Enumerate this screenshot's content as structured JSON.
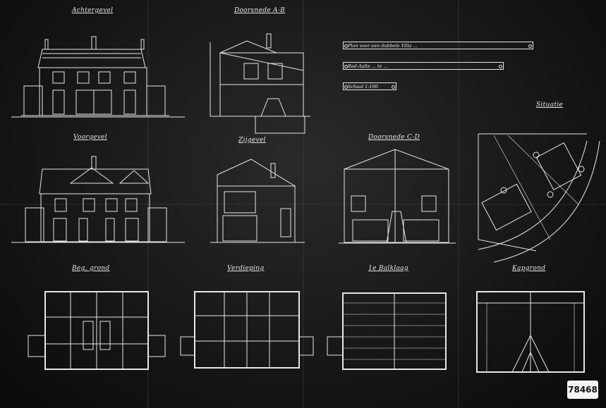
{
  "labels": {
    "achtergevel": "Achtergevel",
    "doorsnede_ab": "Doorsnede A-B",
    "voorgevel": "Voorgevel",
    "zijgevel": "Zijgevel",
    "doorsnede_cd": "Doorsnede C-D",
    "situatie": "Situatie",
    "beganegrond": "Beg. grond",
    "verdieping": "Verdieping",
    "zolder": "1e Balklaag",
    "kapgrond": "Kapgrond"
  },
  "cartouches": {
    "title": "Plan voor een dubbele Villa ...",
    "location": "Bad-Aalts ... te ...",
    "scale": "Schaal 1:100"
  },
  "stamp": {
    "number": "78468"
  },
  "colors": {
    "paper": "#161616",
    "ink": "#eaeaea"
  }
}
